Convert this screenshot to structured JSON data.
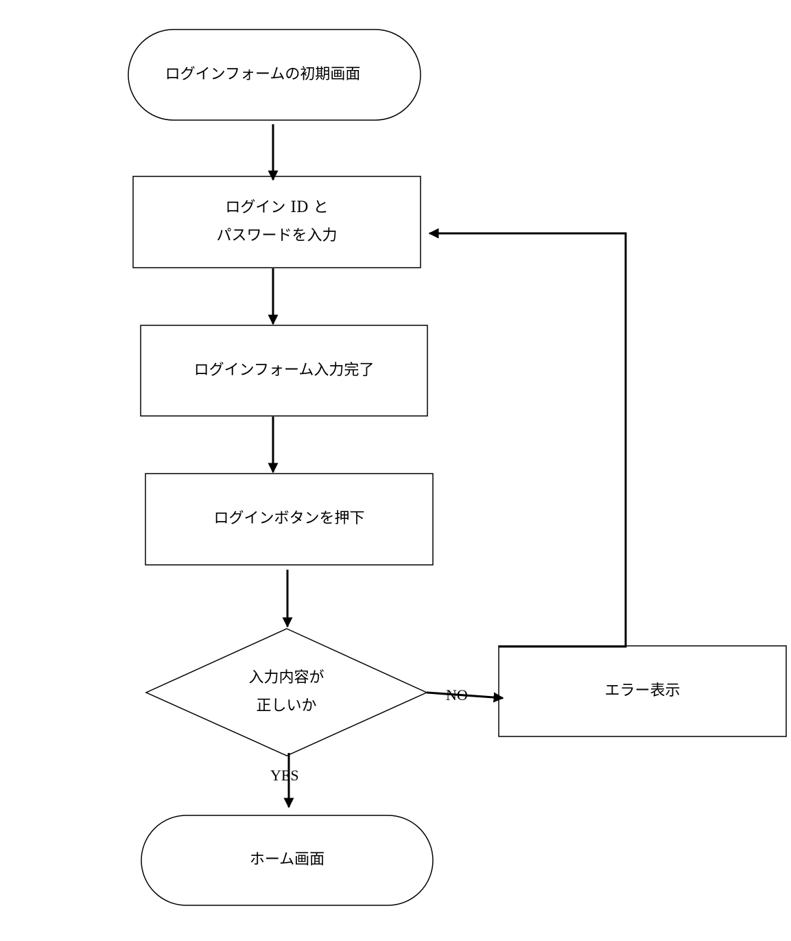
{
  "diagram": {
    "nodes": {
      "start": {
        "text": "ログインフォームの初期画面"
      },
      "input": {
        "line1": "ログイン ID と",
        "line2": "パスワードを入力"
      },
      "complete": {
        "text": "ログインフォーム入力完了"
      },
      "press": {
        "text": "ログインボタンを押下"
      },
      "decision": {
        "line1": "入力内容が",
        "line2": "正しいか"
      },
      "error": {
        "text": "エラー表示"
      },
      "home": {
        "text": "ホーム画面"
      }
    },
    "edges": {
      "no_label": "NO",
      "yes_label": "YES"
    }
  }
}
